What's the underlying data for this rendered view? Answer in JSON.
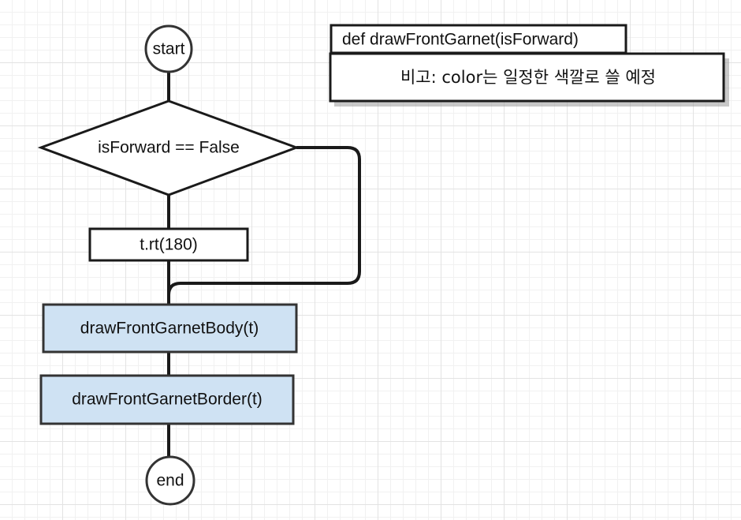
{
  "flowchart": {
    "start_label": "start",
    "decision_label": "isForward == False",
    "rotate_step_label": "t.rt(180)",
    "body_step_label": "drawFrontGarnetBody(t)",
    "border_step_label": "drawFrontGarnetBorder(t)",
    "end_label": "end"
  },
  "note": {
    "title": "def drawFrontGarnet(isForward)",
    "body": "비고: color는 일정한 색깔로 쓸 예정"
  },
  "colors": {
    "process_fill": "#cfe2f3",
    "stroke": "#1a1a1a",
    "grid": "#e3e3e3"
  }
}
